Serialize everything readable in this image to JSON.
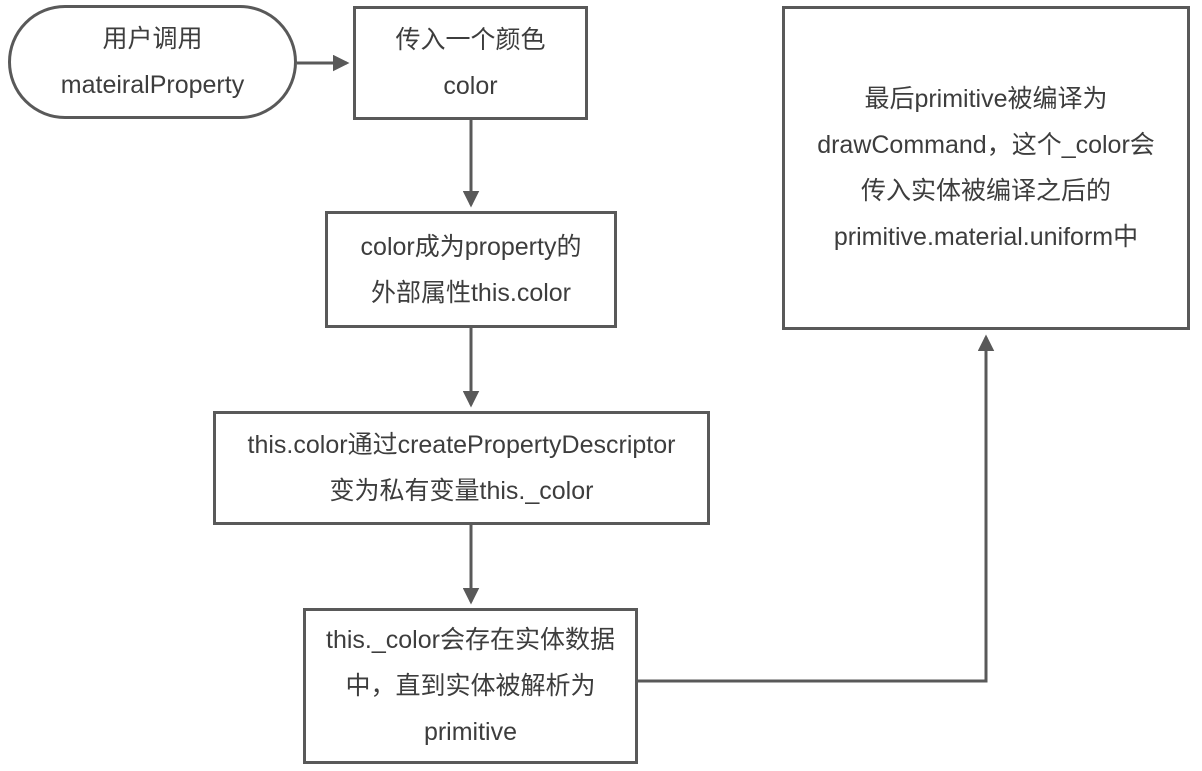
{
  "diagram": {
    "type": "flowchart",
    "background_color": "#ffffff",
    "stroke_color": "#595959",
    "text_color": "#3d3d3d",
    "nodes": {
      "start": {
        "shape": "stadium",
        "lines": [
          "用户调用",
          "mateiralProperty"
        ]
      },
      "input_color": {
        "shape": "rect",
        "lines": [
          "传入一个颜色",
          "color"
        ]
      },
      "external_property": {
        "shape": "rect",
        "lines": [
          "color成为property的",
          "外部属性this.color"
        ]
      },
      "create_property_descriptor": {
        "shape": "rect",
        "lines": [
          "this.color通过createPropertyDescriptor",
          "变为私有变量this._color"
        ]
      },
      "entity_data": {
        "shape": "rect",
        "lines": [
          "this._color会存在实体数据",
          "中，直到实体被解析为",
          "primitive"
        ]
      },
      "draw_command": {
        "shape": "rect",
        "lines": [
          "最后primitive被编译为",
          "drawCommand，这个_color会",
          "传入实体被编译之后的",
          "primitive.material.uniform中"
        ]
      }
    },
    "edges": [
      {
        "from": "start",
        "to": "input_color",
        "direction": "right"
      },
      {
        "from": "input_color",
        "to": "external_property",
        "direction": "down"
      },
      {
        "from": "external_property",
        "to": "create_property_descriptor",
        "direction": "down"
      },
      {
        "from": "create_property_descriptor",
        "to": "entity_data",
        "direction": "down"
      },
      {
        "from": "entity_data",
        "to": "draw_command",
        "direction": "right-then-up"
      }
    ]
  }
}
